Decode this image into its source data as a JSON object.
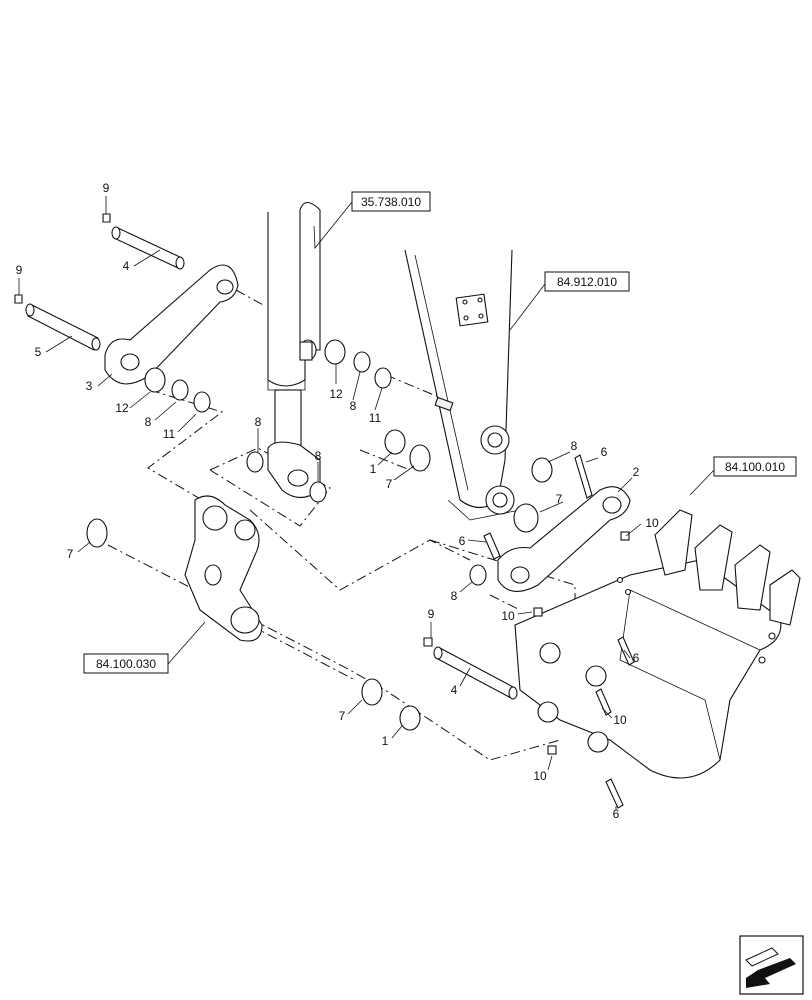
{
  "references": {
    "cylinder": "35.738.010",
    "arm": "84.912.010",
    "bucket": "84.100.010",
    "link": "84.100.030"
  },
  "callouts": {
    "c9a": "9",
    "c4a": "4",
    "c9b": "9",
    "c5": "5",
    "c3": "3",
    "c12a": "12",
    "c8a": "8",
    "c11a": "11",
    "c12b": "12",
    "c8b": "8",
    "c11b": "11",
    "c8c": "8",
    "c8d": "8",
    "c1a": "1",
    "c7a": "7",
    "c8e": "8",
    "c6a": "6",
    "c2": "2",
    "c7b": "7",
    "c10a": "10",
    "c6b": "6",
    "c7c": "7",
    "c8f": "8",
    "c10b": "10",
    "c9c": "9",
    "c4b": "4",
    "c6c": "6",
    "c10c": "10",
    "c7d": "7",
    "c1b": "1",
    "c10d": "10",
    "c6d": "6"
  },
  "nav_icon": "view-direction-arrow-icon"
}
